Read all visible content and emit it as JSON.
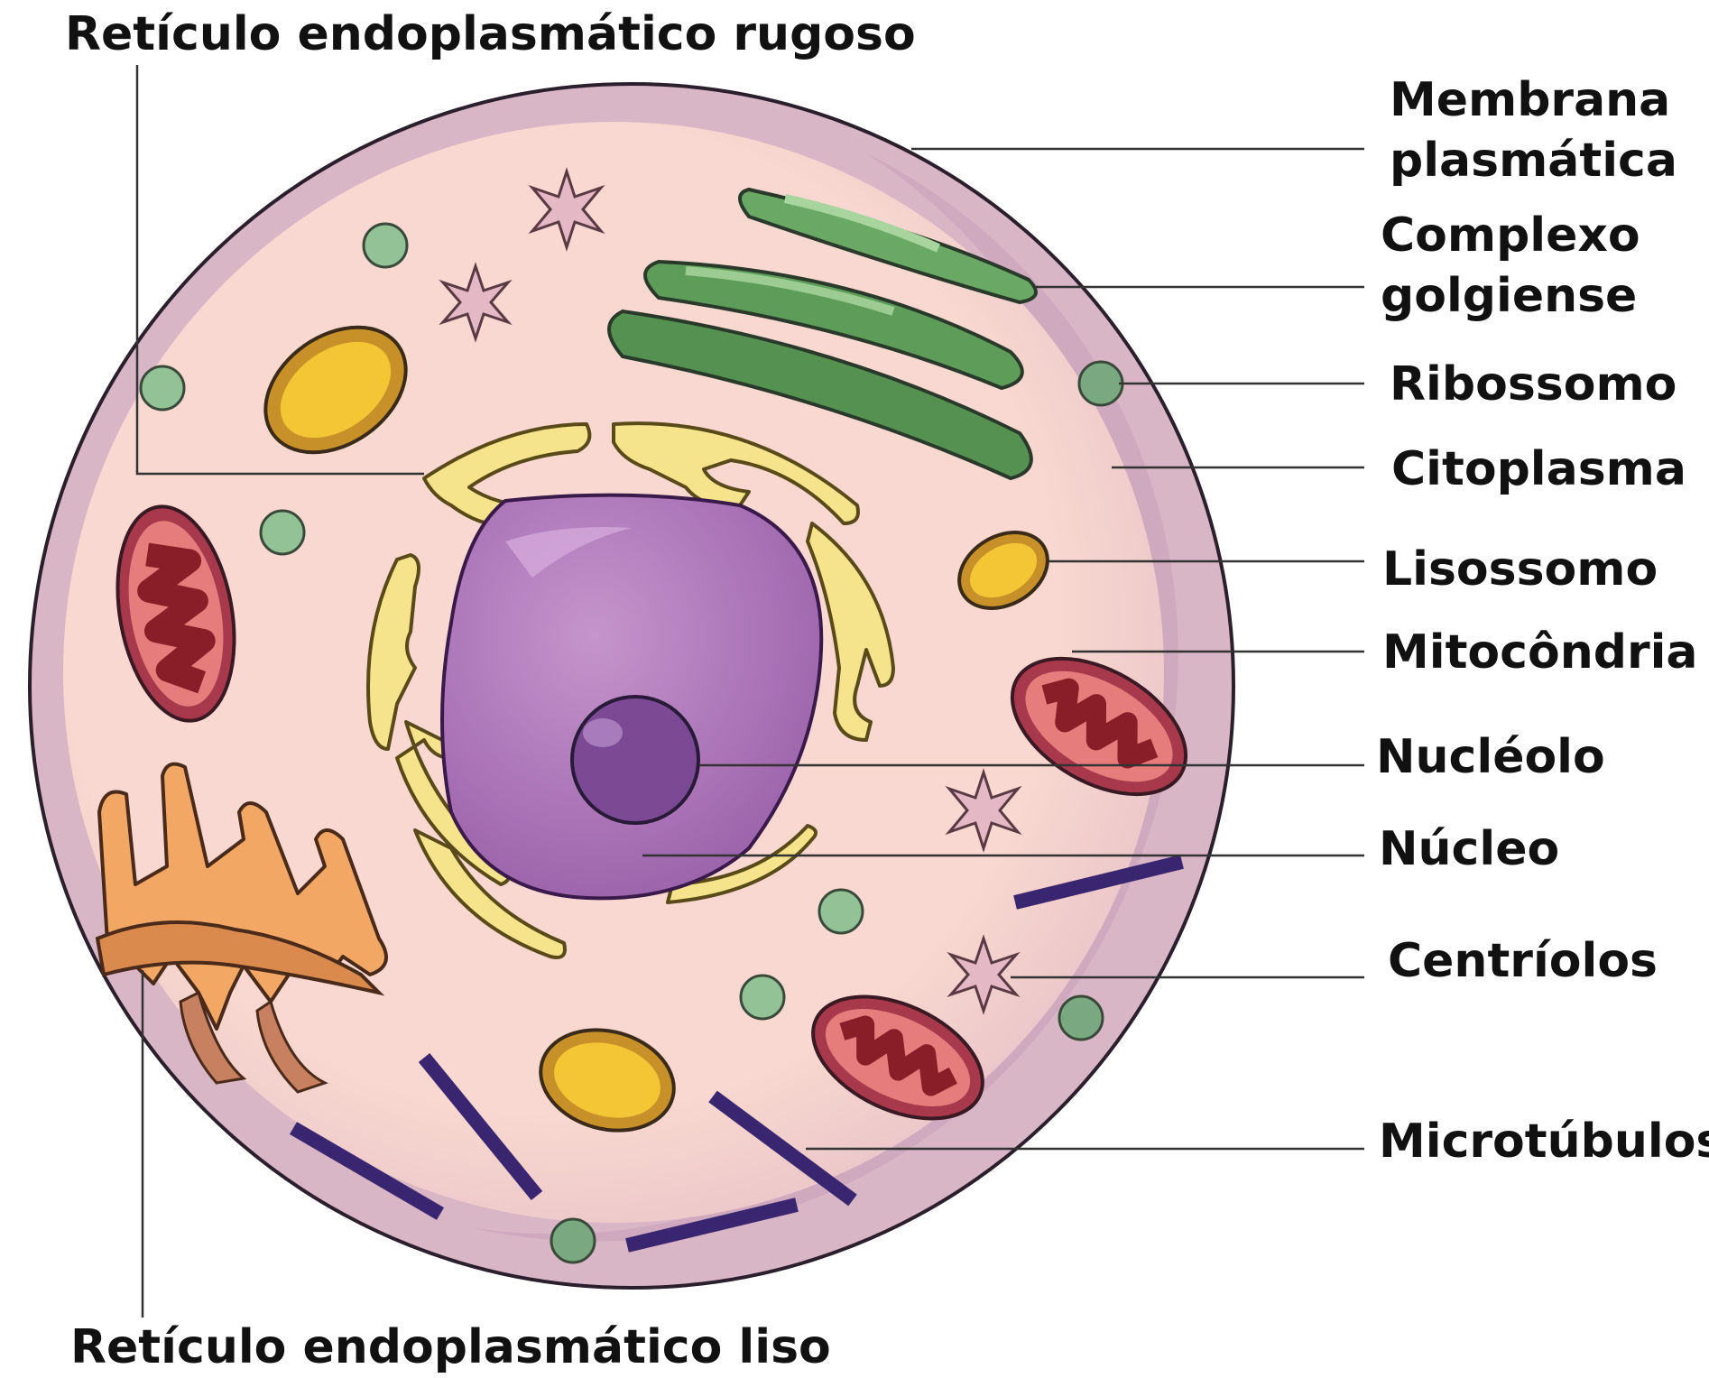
{
  "labels": {
    "rer": "Retículo endoplasmático rugoso",
    "membrana_1": "Membrana",
    "membrana_2": "plasmática",
    "complexo_1": "Complexo",
    "complexo_2": "golgiense",
    "ribossomo": "Ribossomo",
    "citoplasma": "Citoplasma",
    "lisossomo": "Lisossomo",
    "mitocondria": "Mitocôndria",
    "nucleolo": "Nucléolo",
    "nucleo": "Núcleo",
    "centriolos": "Centríolos",
    "microtubulos": "Microtúbulos",
    "rel": "Retículo endoplasmático liso"
  },
  "colors": {
    "cytoplasm": "#f8d8d0",
    "membrane": "#d8b4c4",
    "nucleus": "#a870b4",
    "nucleolus": "#7c4a94",
    "rer": "#f6e48c",
    "golgi": "#5a9a56",
    "mitochondria": "#a8384c",
    "lysosome": "#eab830",
    "smooth_er": "#e8904c",
    "ribosome": "#90c094",
    "microtubule": "#3a2670",
    "centriole": "#d8a8b8"
  }
}
